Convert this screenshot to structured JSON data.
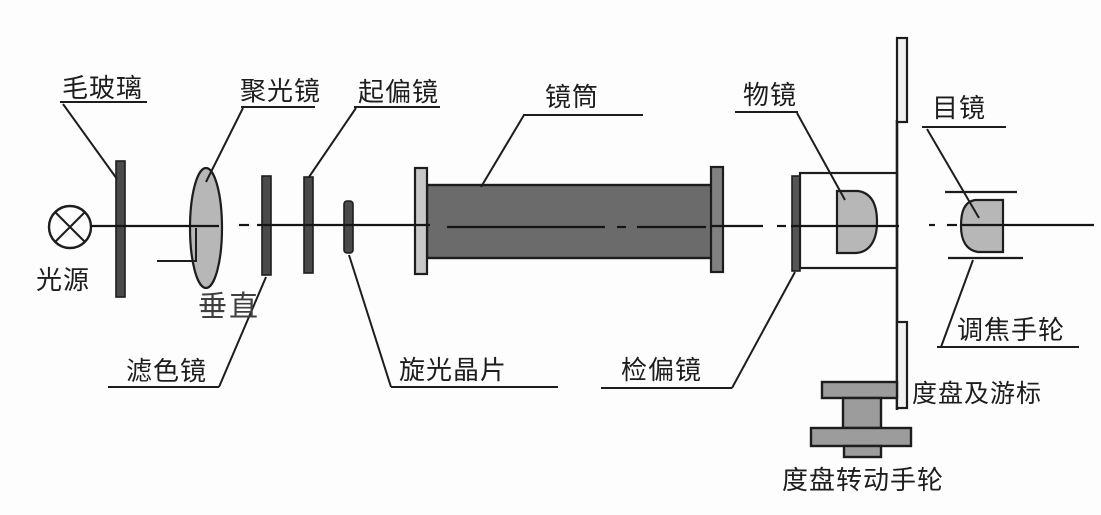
{
  "diagram": {
    "kind": "polarimeter-optical-layout",
    "labels": {
      "ground_glass": "毛玻璃",
      "condenser": "聚光镜",
      "polarizer": "起偏镜",
      "tube": "镜筒",
      "objective": "物镜",
      "eyepiece": "目镜",
      "light_source": "光源",
      "vertical_note": "垂直",
      "color_filter": "滤色镜",
      "rotation_crystal": "旋光晶片",
      "analyzer": "检偏镜",
      "focus_wheel": "调焦手轮",
      "dial_vernier": "度盘及游标",
      "dial_wheel": "度盘转动手轮"
    },
    "colors": {
      "line": "#1d1d1d",
      "dark_bar": "#4a4a4a",
      "lens_gray": "#b7b7b7",
      "tube_body": "#6b6b6b",
      "flange_light": "#c8c8c8",
      "flange_dark": "#818181",
      "wheel_gray": "#9c9c9c",
      "plate_strip": "#f2f2f2",
      "background": "#fdfdfd"
    }
  }
}
